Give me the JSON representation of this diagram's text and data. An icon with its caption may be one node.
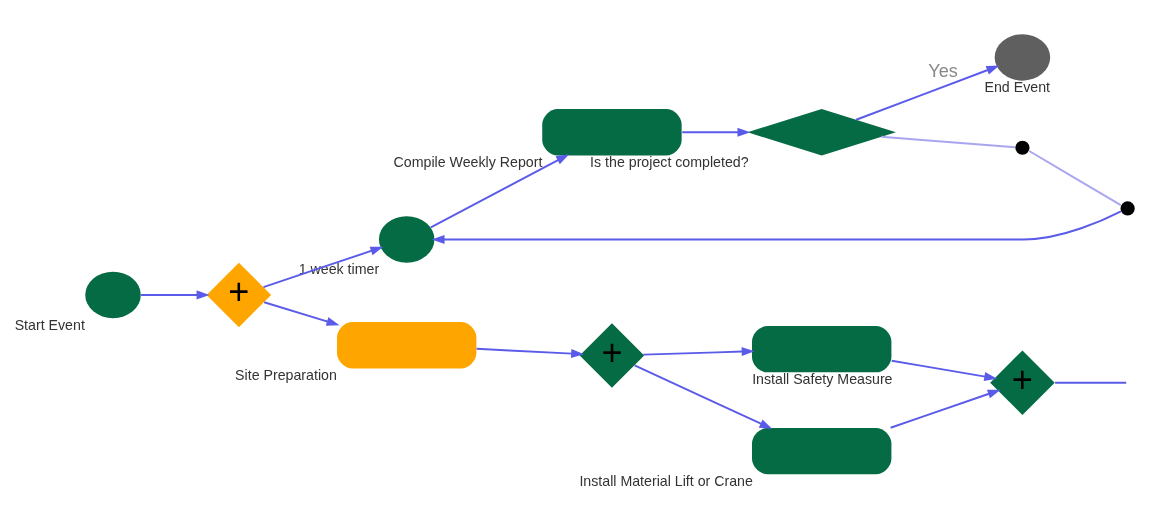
{
  "diagram": {
    "nodes": [
      {
        "text": [
          "Start Event"
        ]
      },
      {
        "text": [
          "+"
        ]
      },
      {
        "text": [
          "1 week timer"
        ]
      },
      {
        "text": [
          "Compile Weekly Report"
        ]
      },
      {
        "text": [
          "Is the project completed?"
        ]
      },
      {
        "text": [
          "End Event"
        ]
      },
      {
        "text": [],
        "shape": "circle"
      },
      {
        "text": [],
        "shape": "circle"
      },
      {
        "text": [
          "Site Preparation"
        ]
      },
      {
        "text": [
          "+"
        ]
      },
      {
        "text": [
          "Install Safety Measure"
        ]
      },
      {
        "text": [
          "Install Material Lift or Crane"
        ]
      },
      {
        "text": [
          "+"
        ]
      }
    ],
    "edges": [
      {
        "from": 0,
        "to": 1,
        "arrow": "to"
      },
      {
        "from": 1,
        "to": 2,
        "arrow": "to"
      },
      {
        "from": 1,
        "to": 8,
        "arrow": "to"
      },
      {
        "from": 2,
        "to": 3,
        "arrow": "to"
      },
      {
        "from": 3,
        "to": 4,
        "arrow": "to"
      },
      {
        "from": 4,
        "to": 5,
        "arrow": "to",
        "label": "Yes"
      },
      {
        "from": 4,
        "to": 7,
        "arrow": "none",
        "color": "#a9a6f0"
      },
      {
        "from": 7,
        "to": 6,
        "arrow": "none",
        "color": "#a9a6f0"
      },
      {
        "from": 6,
        "to": 2,
        "arrow": "to"
      },
      {
        "from": 8,
        "to": 9,
        "arrow": "to"
      },
      {
        "from": 9,
        "to": 10,
        "arrow": "to"
      },
      {
        "from": 9,
        "to": 11,
        "arrow": "to"
      },
      {
        "from": 10,
        "to": 12,
        "arrow": "to"
      },
      {
        "from": 11,
        "to": 12,
        "arrow": "to"
      },
      {
        "from": 12,
        "to": null,
        "arrow": "none"
      }
    ]
  }
}
